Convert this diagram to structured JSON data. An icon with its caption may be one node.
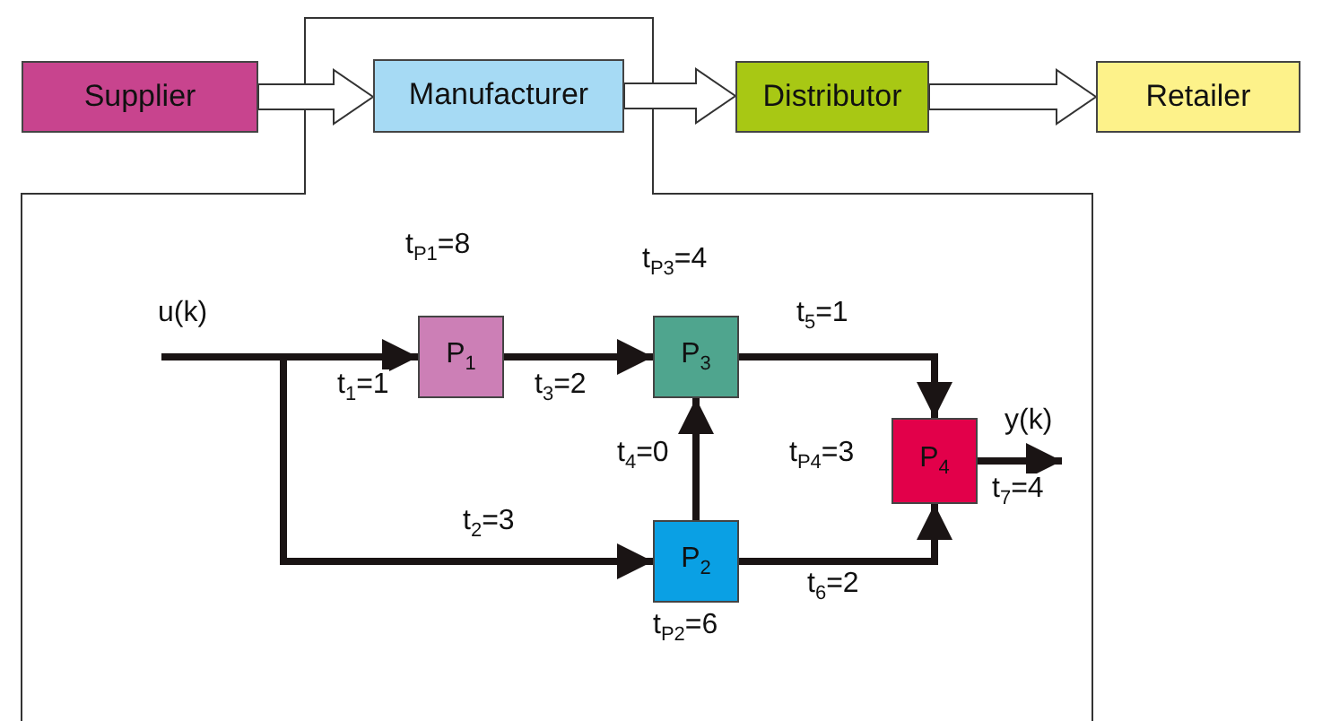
{
  "diagram": {
    "nodes": [
      {
        "text": [
          "Supplier"
        ]
      },
      {
        "text": [
          "Manufacturer"
        ]
      },
      {
        "text": [
          "Distributor"
        ]
      },
      {
        "text": [
          "Retailer"
        ]
      },
      {
        "text": [
          "P$_{1}$"
        ],
        "beside": [
          "t$_{P1}$=8"
        ]
      },
      {
        "text": [
          "P$_{3}$"
        ],
        "beside": [
          "t$_{P3}$=4"
        ]
      },
      {
        "text": [
          "P$_{4}$"
        ],
        "beside": [
          "t$_{P4}$=3"
        ]
      },
      {
        "text": [
          "P$_{2}$"
        ],
        "beside": [
          "t$_{P2}$=6"
        ]
      },
      {
        "text": [
          "u(k)"
        ]
      },
      {
        "text": [
          "y(k)"
        ]
      }
    ],
    "edges": [
      {
        "from": 0,
        "to": 1,
        "arrow": "to",
        "style": "thick"
      },
      {
        "from": 1,
        "to": 2,
        "arrow": "to",
        "style": "thick"
      },
      {
        "from": 2,
        "to": 3,
        "arrow": "to",
        "style": "thick"
      },
      {
        "from": 8,
        "to": 4,
        "arrow": "to",
        "label": "t$_{1}$=1"
      },
      {
        "from": 8,
        "to": 7,
        "arrow": "to",
        "label": "t$_{2}$=3"
      },
      {
        "from": 4,
        "to": 5,
        "arrow": "to",
        "label": "t$_{3}$=2"
      },
      {
        "from": 7,
        "to": 5,
        "arrow": "to",
        "label": "t$_{4}$=0"
      },
      {
        "from": 5,
        "to": 6,
        "arrow": "to",
        "label": "t$_{5}$=1"
      },
      {
        "from": 7,
        "to": 6,
        "arrow": "to",
        "label": "t$_{6}$=2"
      },
      {
        "from": 6,
        "to": 9,
        "arrow": "to",
        "label": "t$_{7}$=4"
      }
    ]
  }
}
